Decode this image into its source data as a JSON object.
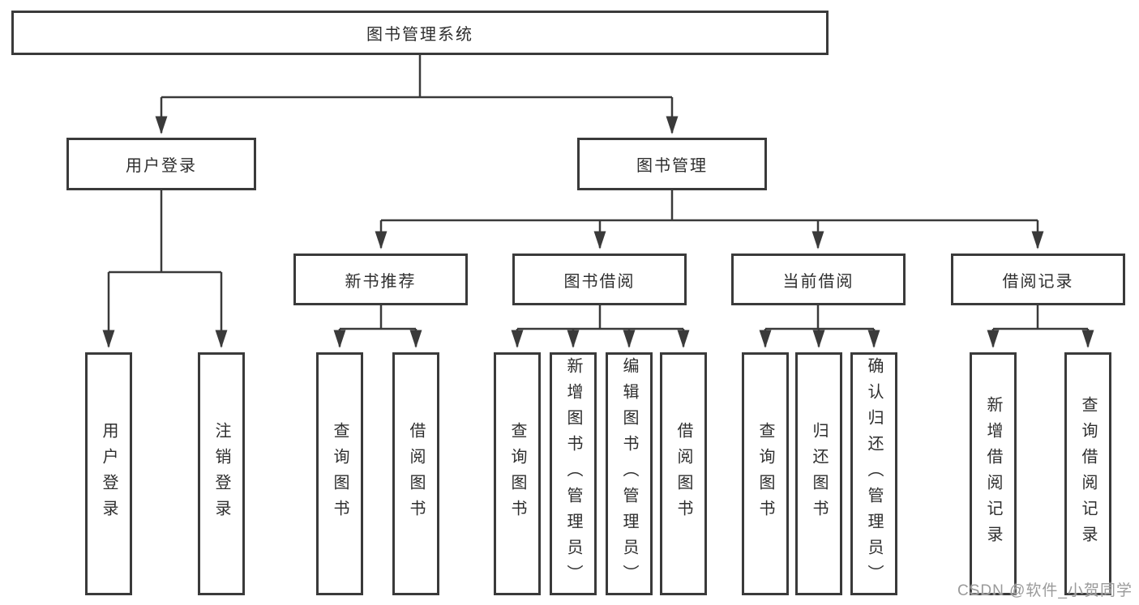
{
  "tree": {
    "root": {
      "label": "图书管理系统"
    },
    "children": [
      {
        "label": "用户登录",
        "children": [
          {
            "label": "用户登录"
          },
          {
            "label": "注销登录"
          }
        ]
      },
      {
        "label": "图书管理",
        "children": [
          {
            "label": "新书推荐",
            "children": [
              {
                "label": "查询图书"
              },
              {
                "label": "借阅图书"
              }
            ]
          },
          {
            "label": "图书借阅",
            "children": [
              {
                "label": "查询图书"
              },
              {
                "label": "新增图书（管理员）"
              },
              {
                "label": "编辑图书（管理员）"
              },
              {
                "label": "借阅图书"
              }
            ]
          },
          {
            "label": "当前借阅",
            "children": [
              {
                "label": "查询图书"
              },
              {
                "label": "归还图书"
              },
              {
                "label": "确认归还（管理员）"
              }
            ]
          },
          {
            "label": "借阅记录",
            "children": [
              {
                "label": "新增借阅记录"
              },
              {
                "label": "查询借阅记录"
              }
            ]
          }
        ]
      }
    ]
  },
  "watermark": "CSDN @软件_小贺同学",
  "colors": {
    "line": "#3a3a3a",
    "text": "#2e2e2e",
    "watermark": "#9a9a9a"
  }
}
